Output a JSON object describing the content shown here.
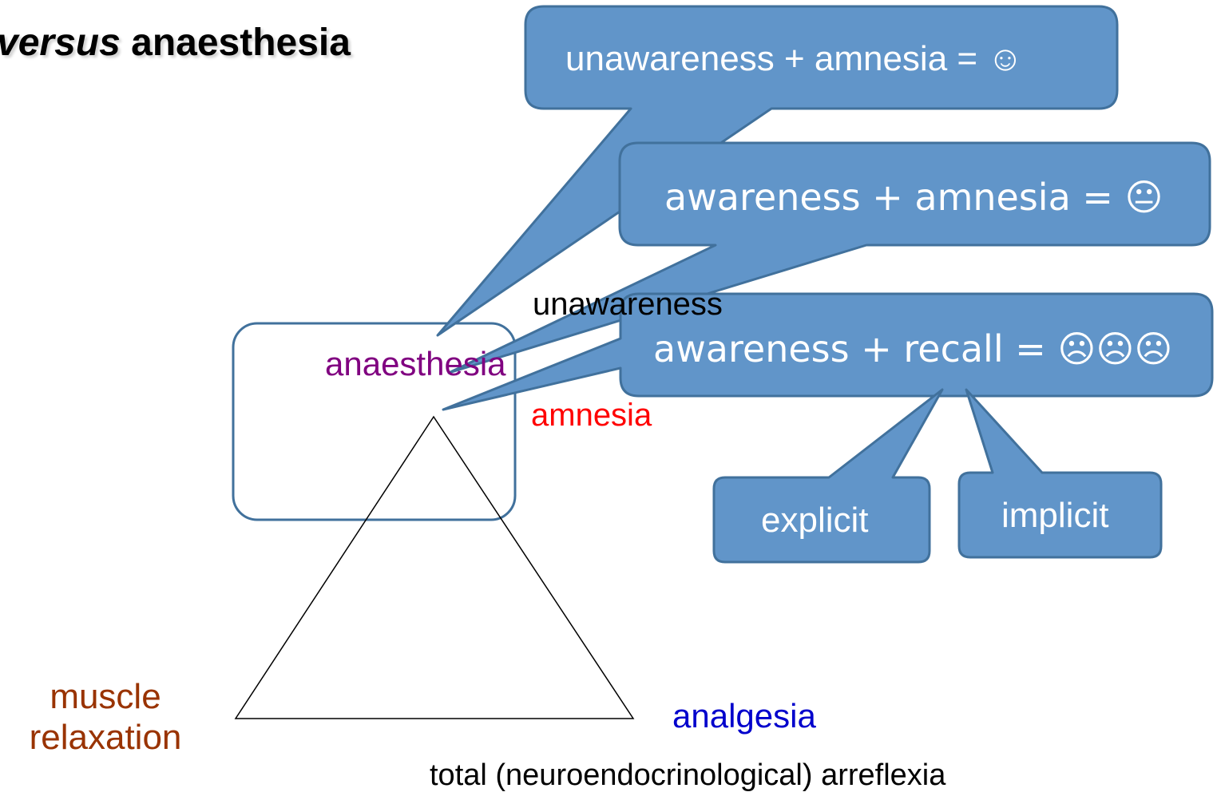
{
  "title": {
    "italic": "versus",
    "rest": " anaesthesia"
  },
  "triangle": {
    "top_label": "anaesthesia",
    "left_label_line1": "muscle",
    "left_label_line2": "relaxation",
    "right_label": "analgesia",
    "bottom_label": "total (neuroendocrinological) arreflexia"
  },
  "components": {
    "unawareness": "unawareness",
    "amnesia": "amnesia"
  },
  "callouts": {
    "c1": "unawareness + amnesia = ☺",
    "c2": "awareness + amnesia = 😐",
    "c3": "awareness + recall = ☹☹☹",
    "explicit": "explicit",
    "implicit": "implicit"
  },
  "colors": {
    "callout_fill": "#6195c9",
    "callout_stroke": "#41719c",
    "anaesthesia": "#800080",
    "amnesia": "#ff0000",
    "muscle_relaxation": "#993300",
    "analgesia": "#0000cc",
    "box_stroke": "#41719c"
  }
}
